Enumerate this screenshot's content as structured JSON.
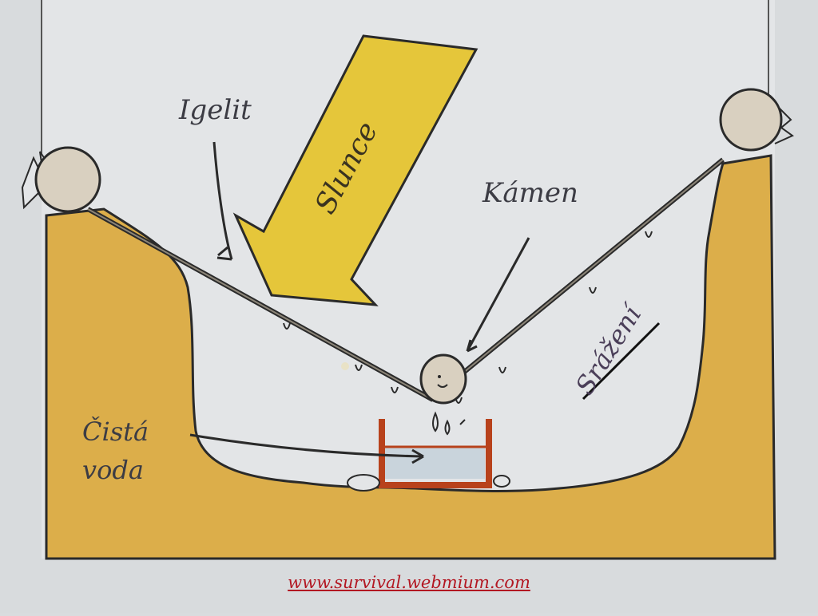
{
  "labels": {
    "igelit": "Igelit",
    "slunce": "Slunce",
    "kamen": "Kámen",
    "srazeni": "Srážení",
    "cista": "Čistá",
    "voda": "voda"
  },
  "footer": {
    "url_text": "www.survival.webmium.com"
  },
  "colors": {
    "page": "#dfe2e4",
    "soil": "#dcae4a",
    "sun_arrow": "#e5c63a",
    "outline": "#2a2a2a",
    "link": "#b31722"
  },
  "icons": [
    "sun-arrow-icon",
    "stone-icon",
    "container-icon"
  ]
}
